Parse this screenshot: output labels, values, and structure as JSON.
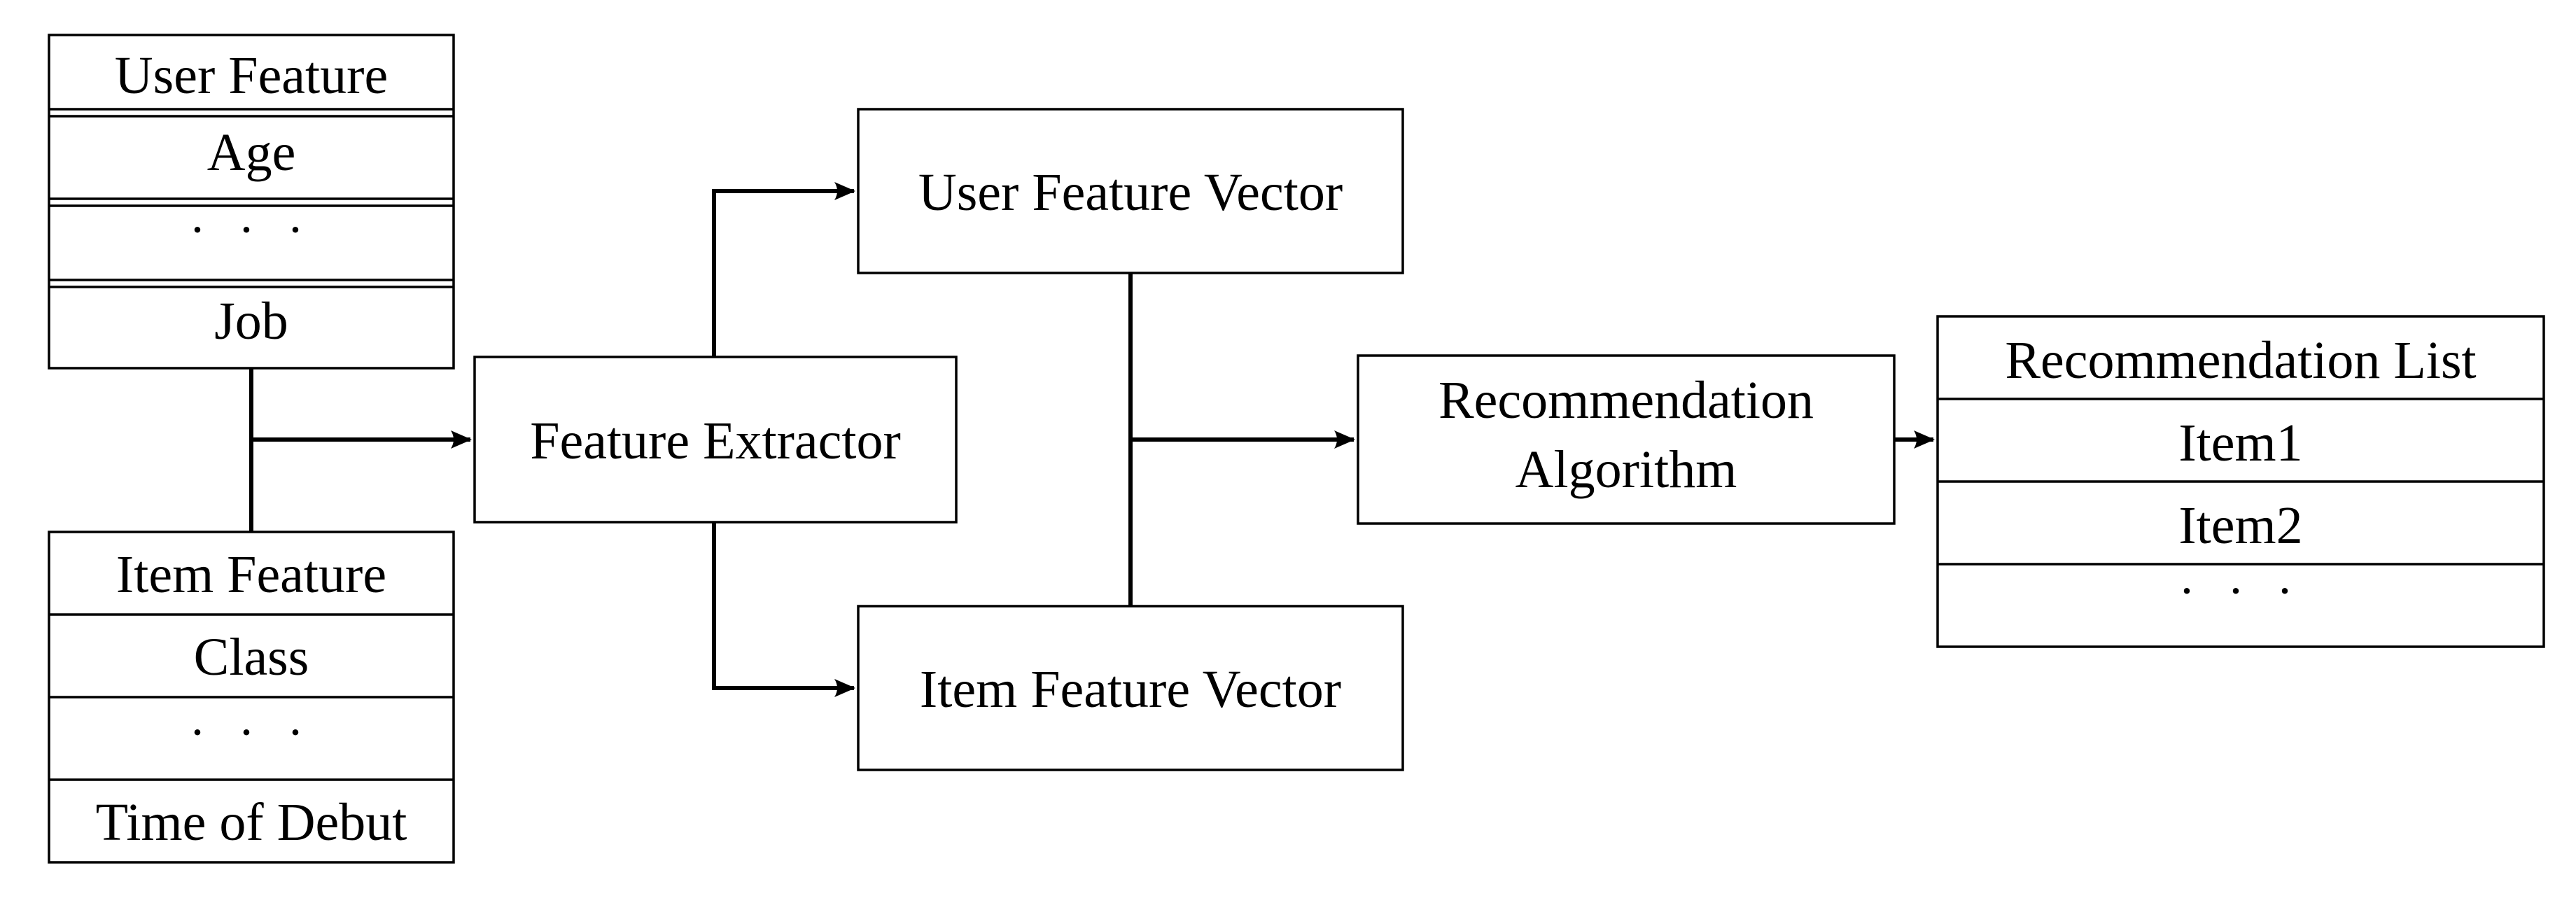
{
  "user_feature": {
    "header": "User Feature",
    "rows": [
      "Age",
      "· · ·",
      "Job"
    ]
  },
  "item_feature": {
    "header": "Item Feature",
    "rows": [
      "Class",
      "· · ·",
      "Time of Debut"
    ]
  },
  "feature_extractor": {
    "label": "Feature Extractor"
  },
  "user_feature_vector": {
    "label": "User Feature Vector"
  },
  "item_feature_vector": {
    "label": "Item Feature Vector"
  },
  "recommendation_algorithm": {
    "line1": "Recommendation",
    "line2": "Algorithm"
  },
  "recommendation_list": {
    "header": "Recommendation List",
    "rows": [
      "Item1",
      "Item2",
      "· · ·"
    ]
  },
  "colors": {
    "stroke": "#000000",
    "background": "#ffffff"
  }
}
